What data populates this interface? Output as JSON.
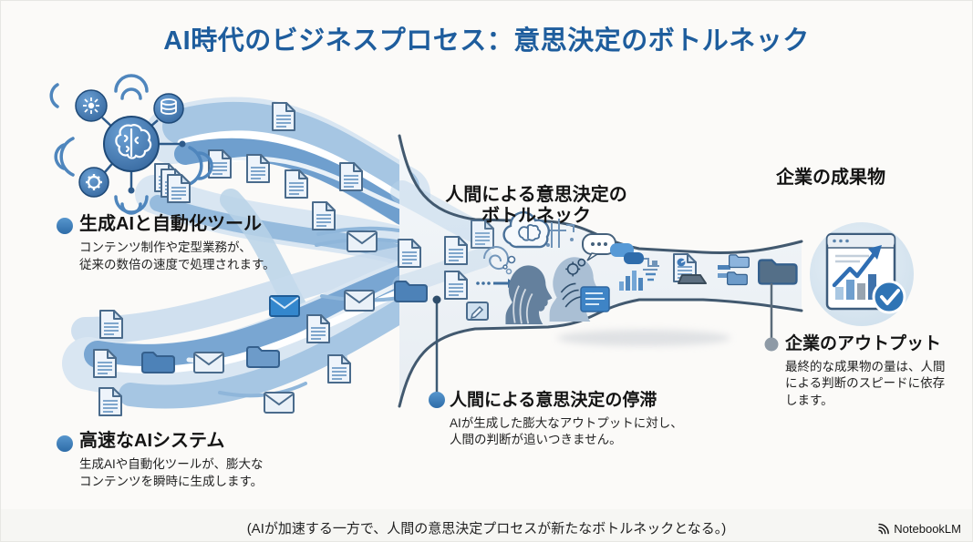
{
  "title": "AI時代のビジネスプロセス：意思決定のボトルネック",
  "sections": {
    "gen_ai": {
      "heading": "生成AIと自動化ツール",
      "body": "コンテンツ制作や定型業務が、\n従来の数倍の速度で処理されます。"
    },
    "fast_ai": {
      "heading": "高速なAIシステム",
      "body": "生成AIや自動化ツールが、膨大な\nコンテンツを瞬時に生成します。"
    },
    "bottleneck": {
      "heading": "人間による意思決定の\nボトルネック"
    },
    "deliverables": {
      "heading": "企業の成果物"
    },
    "stagnation": {
      "heading": "人間による意思決定の停滞",
      "body": "AIが生成した膨大なアウトプットに対し、\n人間の判断が追いつきません。"
    },
    "output": {
      "heading": "企業のアウトプット",
      "body": "最終的な成果物の量は、人間\nによる判断のスピードに依存\nします。"
    }
  },
  "caption": "(AIが加速する一方で、人間の意思決定プロセスが新たなボトルネックとなる。)",
  "watermark": "NotebookLM",
  "icons": {
    "hub": "ai-brain-network-icon",
    "flow_items": [
      "document-icon",
      "envelope-icon",
      "folder-icon"
    ],
    "scene": [
      "thought-cloud-icon",
      "human-head-silhouettes",
      "speech-bubble-icon",
      "bar-chart-icon",
      "chat-box-icon"
    ],
    "result": "chart-window-check-icon",
    "watermark_icon": "notebooklm-logo-icon"
  },
  "palette": {
    "title_blue": "#1e5d9d",
    "stream_blue": "#6f9fce",
    "stream_light": "#d9e6f2",
    "funnel_outline": "#42596f",
    "bullet_blue": "#3f7fb5",
    "bullet_gray": "#8e9aa6",
    "check_blue": "#2f74b5"
  }
}
